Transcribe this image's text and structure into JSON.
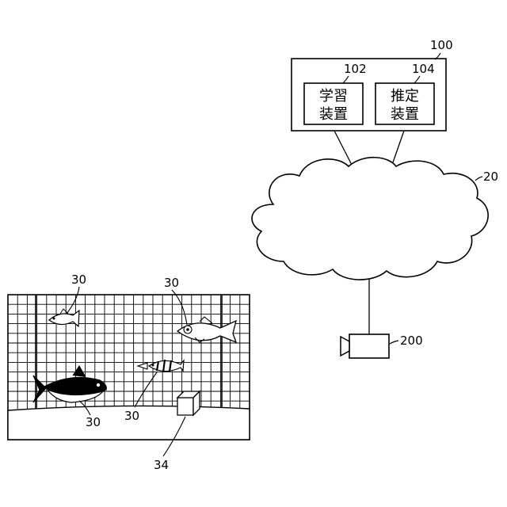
{
  "figure": {
    "server": {
      "ref": "100",
      "learning": {
        "ref": "102",
        "line1": "学習",
        "line2": "装置"
      },
      "inference": {
        "ref": "104",
        "line1": "推定",
        "line2": "装置"
      }
    },
    "network": {
      "ref": "20"
    },
    "camera": {
      "ref": "200"
    },
    "fish_labels": [
      "30",
      "30",
      "30",
      "30"
    ],
    "object": {
      "ref": "34"
    }
  }
}
